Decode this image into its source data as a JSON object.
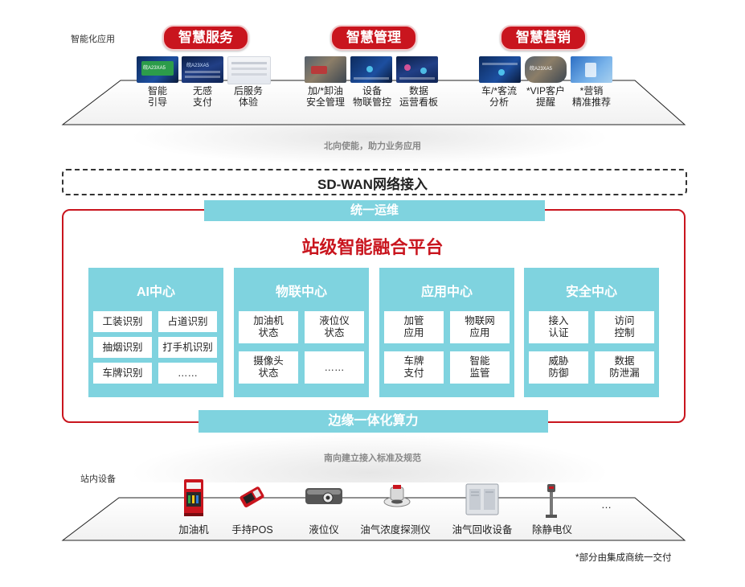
{
  "top": {
    "section_label": "智能化应用",
    "groups": [
      {
        "title": "智慧服务",
        "items": [
          {
            "label": "智能\n引导",
            "thumb": "dark",
            "thumb_text": "皖A23XA5"
          },
          {
            "label": "无感\n支付",
            "thumb": "dark2",
            "thumb_text": "皖A23XA5"
          },
          {
            "label": "后服务\n体验",
            "thumb": "light",
            "thumb_text": ""
          }
        ]
      },
      {
        "title": "智慧管理",
        "items": [
          {
            "label": "加/*卸油\n安全管理",
            "thumb": "photo",
            "thumb_text": ""
          },
          {
            "label": "设备\n物联管控",
            "thumb": "dark",
            "thumb_text": ""
          },
          {
            "label": "数据\n运营看板",
            "thumb": "dark2",
            "thumb_text": ""
          }
        ]
      },
      {
        "title": "智慧营销",
        "items": [
          {
            "label": "车/*客流\n分析",
            "thumb": "dark",
            "thumb_text": ""
          },
          {
            "label": "*VIP客户\n提醒",
            "thumb": "photo",
            "thumb_text": "皖A23XA5"
          },
          {
            "label": "*营销\n精准推荐",
            "thumb": "blue",
            "thumb_text": ""
          }
        ]
      }
    ]
  },
  "north_caption": "北向使能，助力业务应用",
  "sdwan_label": "SD-WAN网络接入",
  "ops_band": "统一运维",
  "platform_title": "站级智能融合平台",
  "centers": [
    {
      "title": "AI中心",
      "cells": [
        "工装识别",
        "占道识别",
        "抽烟识别",
        "打手机识别",
        "车牌识别",
        "……"
      ]
    },
    {
      "title": "物联中心",
      "cells": [
        "加油机\n状态",
        "液位仪\n状态",
        "摄像头\n状态",
        "……"
      ]
    },
    {
      "title": "应用中心",
      "cells": [
        "加管\n应用",
        "物联网\n应用",
        "车牌\n支付",
        "智能\n监管"
      ]
    },
    {
      "title": "安全中心",
      "cells": [
        "接入\n认证",
        "访问\n控制",
        "威胁\n防御",
        "数据\n防泄漏"
      ]
    }
  ],
  "edge_band": "边缘一体化算力",
  "south_caption": "南向建立接入标准及规范",
  "bottom": {
    "section_label": "站内设备",
    "devices": [
      {
        "label": "加油机",
        "icon": "fuel-dispenser-icon"
      },
      {
        "label": "手持POS",
        "icon": "handheld-pos-icon"
      },
      {
        "label": "液位仪",
        "icon": "level-gauge-icon"
      },
      {
        "label": "油气浓度探测仪",
        "icon": "gas-detector-icon"
      },
      {
        "label": "油气回收设备",
        "icon": "vapor-recovery-icon"
      },
      {
        "label": "除静电仪",
        "icon": "antistatic-device-icon"
      }
    ],
    "more": "…"
  },
  "footnote": "*部分由集成商统一交付",
  "colors": {
    "accent_red": "#c9151e",
    "teal": "#7fd3df",
    "frame_red": "#c9151e"
  }
}
